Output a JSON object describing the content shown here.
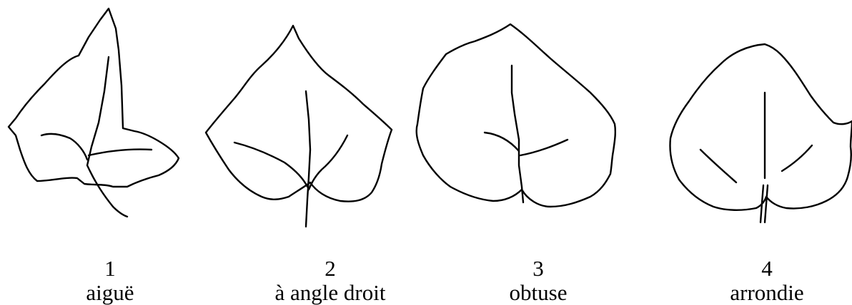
{
  "leaves": [
    {
      "number": "1",
      "label": "aiguë"
    },
    {
      "number": "2",
      "label": "à angle droit"
    },
    {
      "number": "3",
      "label": "obtuse"
    },
    {
      "number": "4",
      "label": "arrondie"
    }
  ],
  "colors": {
    "stroke": "#000000",
    "background": "#ffffff"
  }
}
